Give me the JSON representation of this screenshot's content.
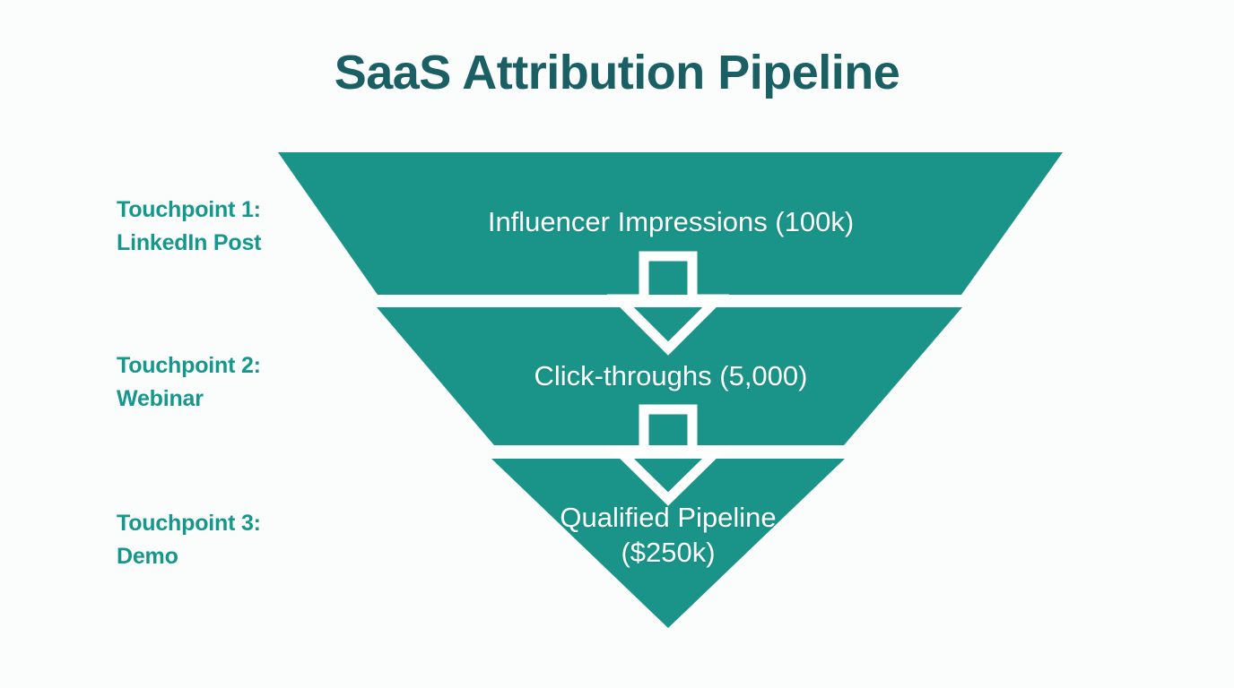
{
  "title": "SaaS Attribution Pipeline",
  "colors": {
    "background": "#fbfcfc",
    "title": "#1a5f63",
    "funnel_fill": "#1a9489",
    "stage_label": "#16978b",
    "funnel_text": "#ffffff",
    "arrow_outline": "#ffffff"
  },
  "stages": [
    {
      "label_line1": "Touchpoint 1:",
      "label_line2": "LinkedIn Post",
      "value_line1": "Influencer Impressions (100k)",
      "value_line2": "",
      "metric": "Influencer Impressions",
      "count": "100k"
    },
    {
      "label_line1": "Touchpoint 2:",
      "label_line2": "Webinar",
      "value_line1": "Click-throughs (5,000)",
      "value_line2": "",
      "metric": "Click-throughs",
      "count": "5,000"
    },
    {
      "label_line1": "Touchpoint 3:",
      "label_line2": "Demo",
      "value_line1": "Qualified Pipeline",
      "value_line2": "($250k)",
      "metric": "Qualified Pipeline",
      "count": "$250k"
    }
  ],
  "connectors": [
    {
      "name": "arrow-stage1-to-stage2",
      "direction": "down"
    },
    {
      "name": "arrow-stage2-to-stage3",
      "direction": "down"
    }
  ],
  "chart_data": {
    "type": "funnel",
    "title": "SaaS Attribution Pipeline",
    "categories": [
      "Influencer Impressions",
      "Click-throughs",
      "Qualified Pipeline"
    ],
    "value_labels": [
      "100k",
      "5,000",
      "$250k"
    ],
    "values": [
      100000,
      5000,
      250000
    ],
    "stage_names": [
      "Touchpoint 1: LinkedIn Post",
      "Touchpoint 2: Webinar",
      "Touchpoint 3: Demo"
    ],
    "orientation": "vertical-inverted-triangle",
    "legend": "none",
    "grid": false
  }
}
